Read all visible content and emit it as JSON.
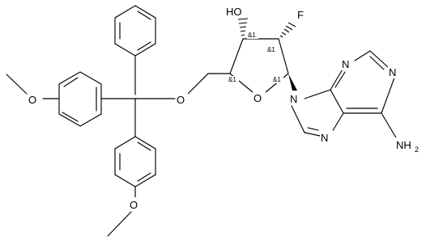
{
  "atoms": {
    "ho": "HO",
    "f": "F",
    "o_sugar_ether": "O",
    "o_ring": "O",
    "n_9": "N",
    "n_7": "N",
    "n_3": "N",
    "n_1": "N",
    "nh2": "NH",
    "nh2_subscript": "2",
    "o_methoxy_top": "O",
    "o_methoxy_bottom": "O"
  },
  "stereo_labels": {
    "c3": "&1",
    "c2": "&1",
    "c4": "&1",
    "c1": "&1"
  }
}
